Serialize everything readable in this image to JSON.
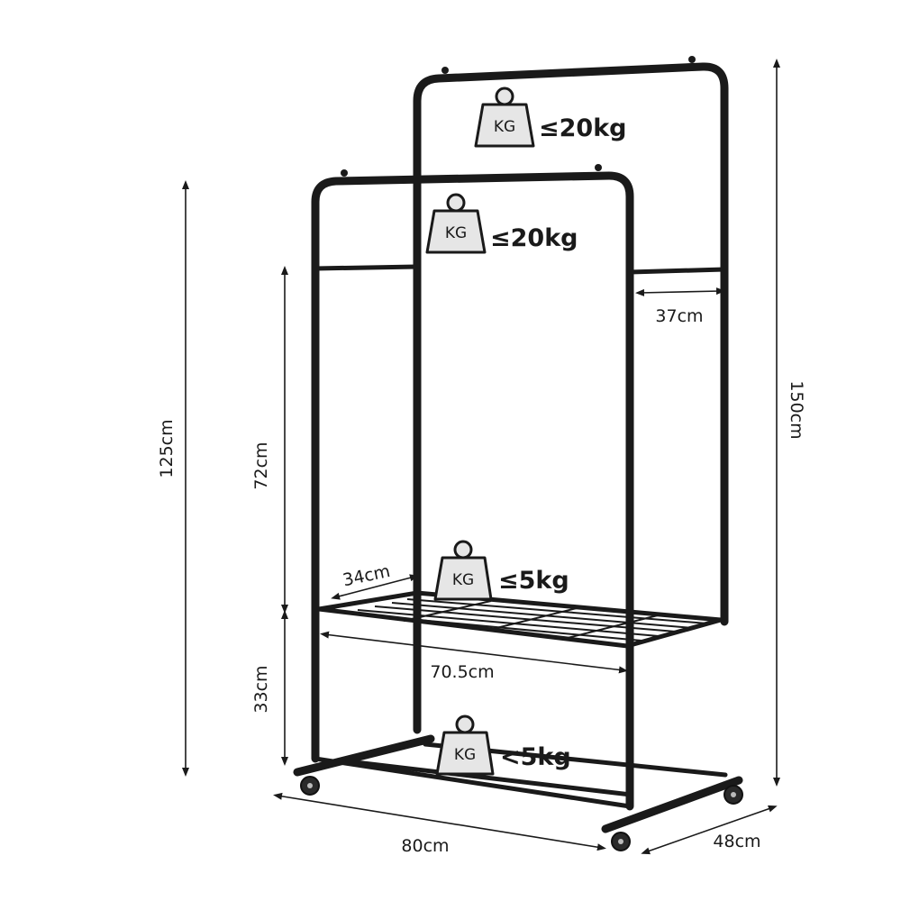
{
  "weight_badges": [
    {
      "id": "upper-rail",
      "icon_label": "KG",
      "limit": "≤20kg"
    },
    {
      "id": "lower-rail",
      "icon_label": "KG",
      "limit": "≤20kg"
    },
    {
      "id": "shelf",
      "icon_label": "KG",
      "limit": "≤5kg"
    },
    {
      "id": "base",
      "icon_label": "KG",
      "limit": "<5kg"
    }
  ],
  "dimensions": {
    "total_height": "150cm",
    "lower_rail_height": "125cm",
    "hanging_space": "72cm",
    "shelf_height": "33cm",
    "rail_gap": "37cm",
    "shelf_depth": "34cm",
    "shelf_width": "70.5cm",
    "base_width": "80cm",
    "base_depth": "48cm"
  },
  "colors": {
    "frame": "#1a1a1a",
    "badge_fill": "#e6e6e6",
    "background": "#ffffff"
  }
}
